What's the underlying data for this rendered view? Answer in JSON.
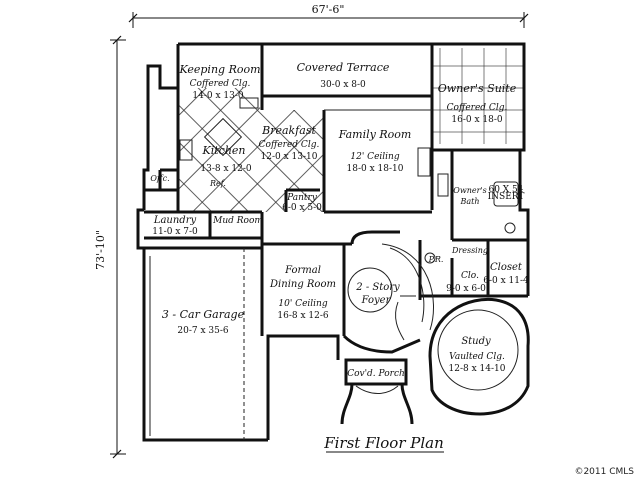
{
  "dimensions": {
    "width": "67'-6\"",
    "height": "73'-10\""
  },
  "rooms": {
    "keeping_room": {
      "name": "Keeping Room",
      "detail": "Coffered Clg.",
      "size": "14-0 x 13-0"
    },
    "covered_terrace": {
      "name": "Covered Terrace",
      "size": "30-0 x 8-0"
    },
    "owners_suite": {
      "name": "Owner's Suite",
      "detail": "Coffered Clg.",
      "size": "16-0 x 18-0"
    },
    "breakfast": {
      "name": "Breakfast",
      "detail": "Coffered Clg.",
      "size": "12-0 x 13-10"
    },
    "kitchen": {
      "name": "Kitchen",
      "size": "13-8 x 12-0"
    },
    "family_room": {
      "name": "Family Room",
      "detail": "12' Ceiling",
      "size": "18-0 x 18-10"
    },
    "pantry": {
      "name": "Pantry",
      "size": "6-0 x 5-0"
    },
    "office": {
      "name": "Offc."
    },
    "ref": {
      "name": "Ref."
    },
    "laundry": {
      "name": "Laundry",
      "size": "11-0 x 7-0"
    },
    "mud_room": {
      "name": "Mud Room"
    },
    "owners_bath": {
      "name": "Owner's",
      "name2": "Bath"
    },
    "tub": {
      "name": "60 X 54",
      "name2": "INSERT"
    },
    "pr": {
      "name": "P.R."
    },
    "dressing": {
      "name": "Dressing"
    },
    "closet_small": {
      "name": "Clo.",
      "size": "9-0 x 6-0"
    },
    "closet": {
      "name": "Closet",
      "size": "6-0 x 11-4"
    },
    "formal_dining": {
      "name": "Formal",
      "name2": "Dining Room",
      "detail": "10' Ceiling",
      "size": "16-8 x 12-6"
    },
    "foyer": {
      "name": "2 - Story",
      "name2": "Foyer"
    },
    "garage": {
      "name": "3 - Car Garage",
      "size": "20-7 x 35-6"
    },
    "study": {
      "name": "Study",
      "detail": "Vaulted Clg.",
      "size": "12-8 x 14-10"
    },
    "porch": {
      "name": "Cov'd. Porch"
    }
  },
  "plan_title": "First Floor Plan",
  "copyright": "©2011 CMLS"
}
